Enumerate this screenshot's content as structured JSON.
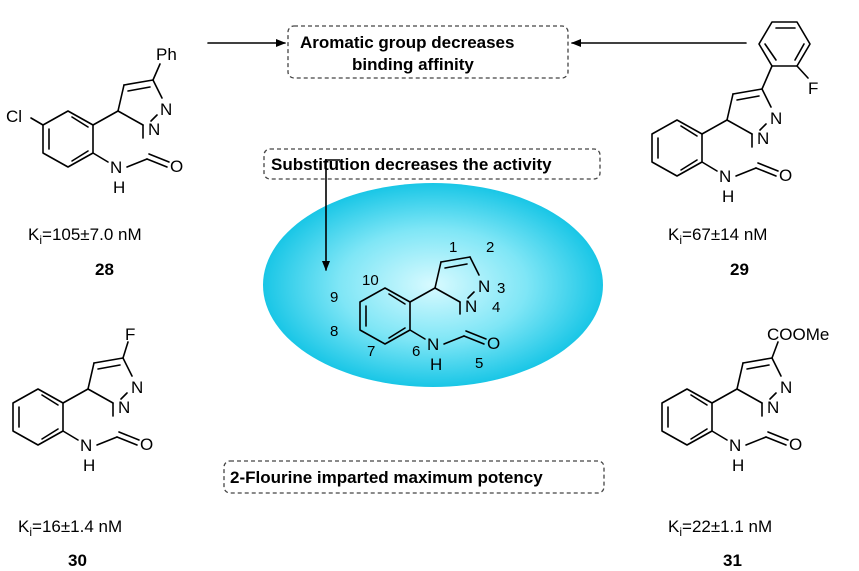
{
  "notes": {
    "aromatic_line1": "Aromatic group decreases",
    "aromatic_line2": "binding affinity",
    "substitution": "Substitution decreases the activity",
    "fluorine": "2-Flourine imparted maximum potency"
  },
  "compounds": [
    {
      "id": "28",
      "ki_prefix": "K",
      "ki_sub": "i",
      "ki_value": "=105±7.0 nM",
      "substituent": "Ph",
      "extra": "Cl"
    },
    {
      "id": "29",
      "ki_prefix": "K",
      "ki_sub": "i",
      "ki_value": "=67±14 nM",
      "substituent": "F"
    },
    {
      "id": "30",
      "ki_prefix": "K",
      "ki_sub": "i",
      "ki_value": "=16±1.4 nM",
      "substituent": "F"
    },
    {
      "id": "31",
      "ki_prefix": "K",
      "ki_sub": "i",
      "ki_value": "=22±1.1 nM",
      "substituent": "COOMe"
    }
  ],
  "atoms": {
    "N": "N",
    "H": "H",
    "O": "O"
  },
  "core_numbers": [
    "1",
    "2",
    "3",
    "4",
    "5",
    "6",
    "7",
    "8",
    "9",
    "10"
  ],
  "colors": {
    "ellipse_center": "#c8f6ff",
    "ellipse_edge": "#19c6e6"
  }
}
